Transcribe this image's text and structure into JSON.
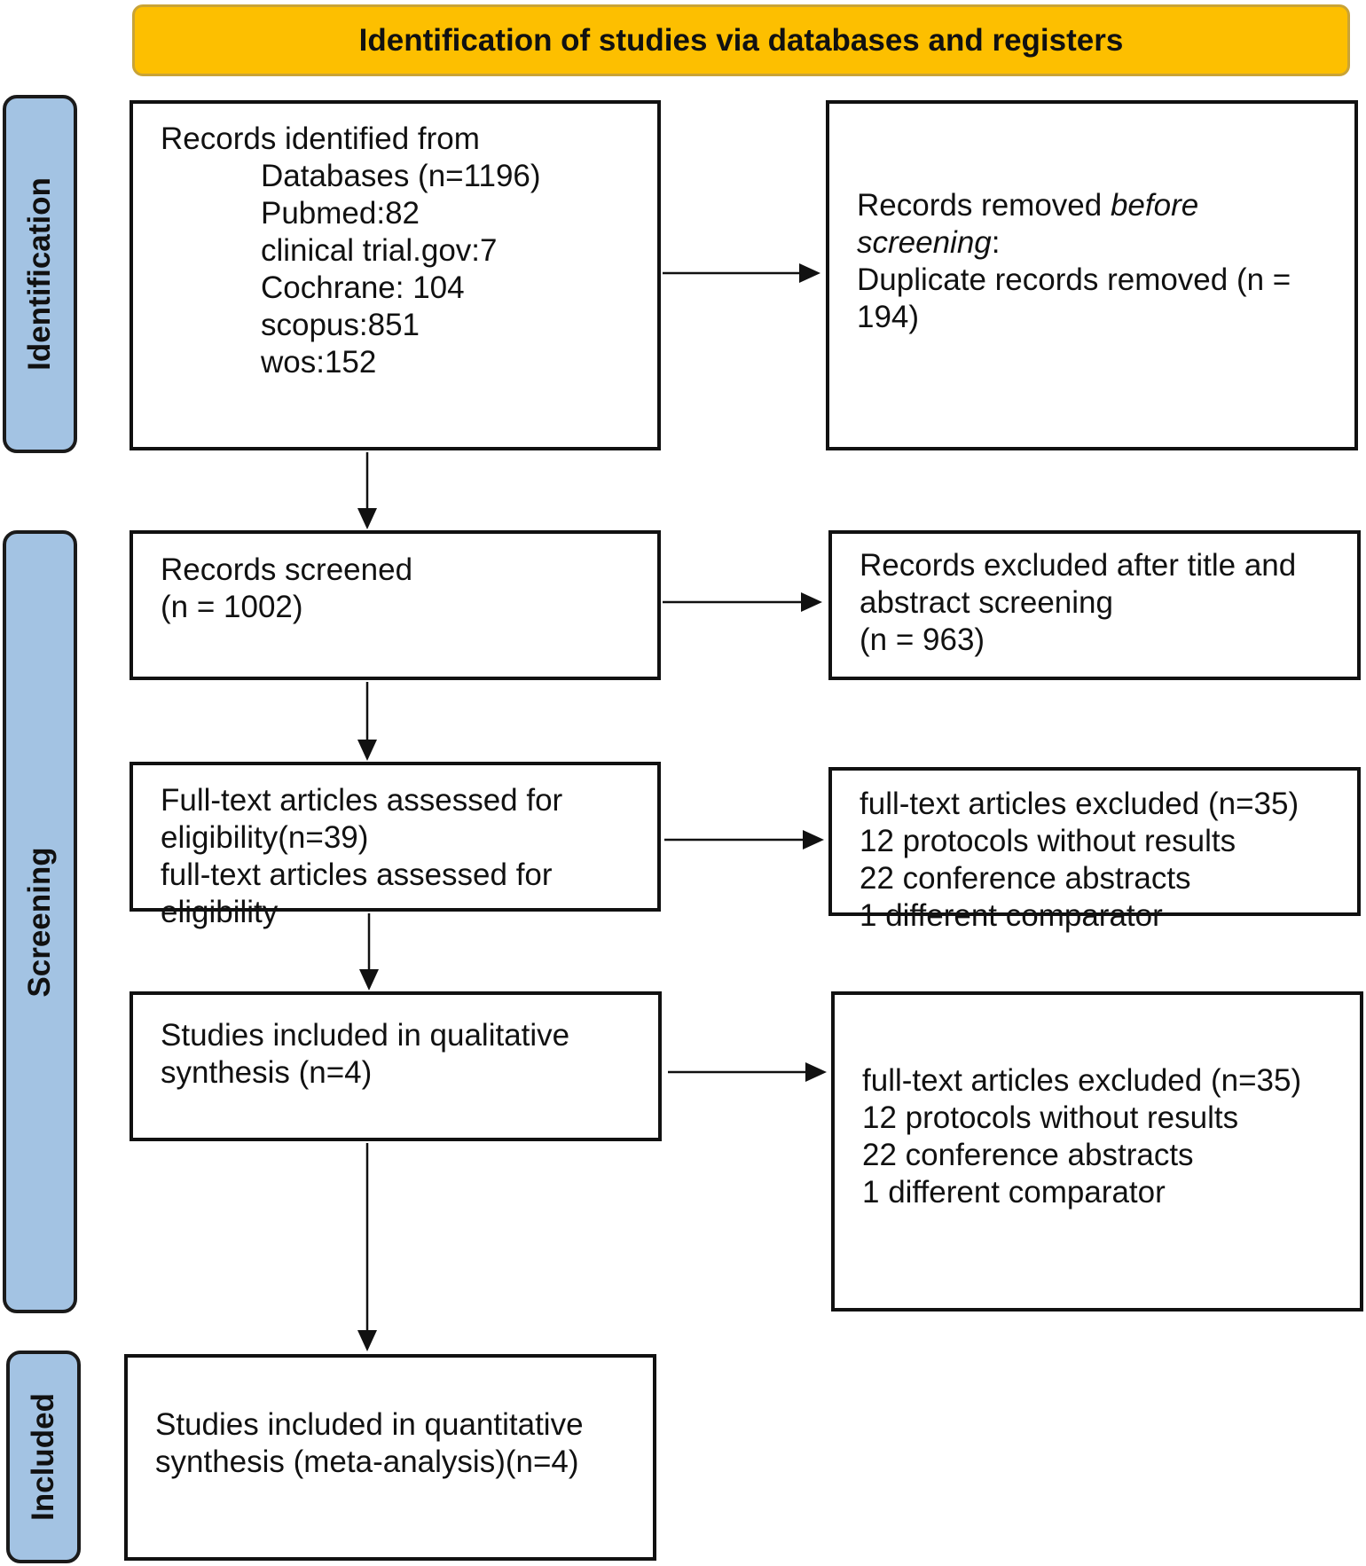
{
  "header": {
    "title": "Identification of studies via databases and registers"
  },
  "stages": {
    "identification": "Identification",
    "screening": "Screening",
    "included": "Included"
  },
  "identified": {
    "heading": "Records identified from",
    "items": [
      "Databases (n=1196)",
      "Pubmed:82",
      "clinical trial.gov:7",
      "Cochrane: 104",
      "scopus:851",
      "wos:152"
    ]
  },
  "removed": {
    "line1_prefix": "Records removed ",
    "line1_emph": "before",
    "line2_emph": "screening",
    "line2_suffix": ":",
    "line3": "Duplicate records removed  (n =",
    "line4": "194)"
  },
  "screened": {
    "line1": "Records screened",
    "line2": "(n = 1002)"
  },
  "excluded_title_abstract": {
    "line1": "Records excluded after title and",
    "line2": "abstract screening",
    "line3": "(n = 963)"
  },
  "fulltext_assessed": {
    "line1": "Full-text articles assessed for",
    "line2": "eligibility(n=39)",
    "line3": "full-text articles assessed for",
    "line4": "eligibility"
  },
  "fulltext_excluded_1": {
    "line1": "full-text articles excluded (n=35)",
    "line2": "12 protocols without results",
    "line3": "22 conference abstracts",
    "line4": "1 different comparator"
  },
  "qualitative": {
    "line1": "Studies included in qualitative",
    "line2": "synthesis (n=4)"
  },
  "fulltext_excluded_2": {
    "line1": "full-text articles excluded (n=35)",
    "line2": "12 protocols without results",
    "line3": "22 conference abstracts",
    "line4": "1 different comparator"
  },
  "quantitative": {
    "line1": "Studies included in quantitative",
    "line2": "synthesis (meta-analysis)(n=4)"
  },
  "colors": {
    "header_fill": "#FDBF00",
    "stage_fill": "#A3C3E3",
    "box_border": "#111111"
  }
}
